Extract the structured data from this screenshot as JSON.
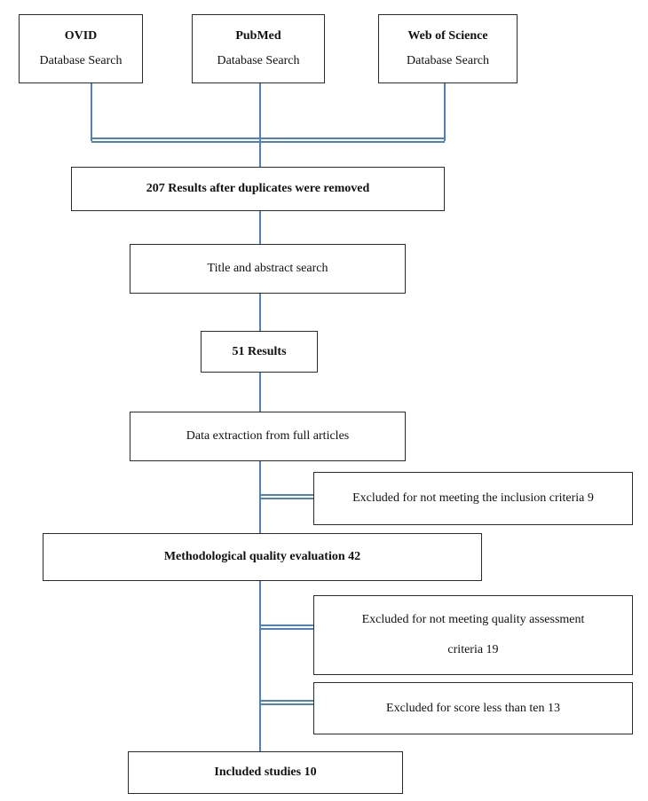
{
  "databases": [
    {
      "name": "OVID",
      "subtitle": "Database Search"
    },
    {
      "name": "PubMed",
      "subtitle": "Database Search"
    },
    {
      "name": "Web of Science",
      "subtitle": "Database Search"
    }
  ],
  "steps": {
    "duplicates_removed": "207 Results after duplicates were removed",
    "title_abstract": "Title and abstract search",
    "results_51": "51 Results",
    "data_extraction": "Data extraction from full articles",
    "quality_evaluation": "Methodological quality evaluation 42",
    "included": "Included studies 10"
  },
  "exclusions": {
    "inclusion_criteria": "Excluded for not meeting the inclusion criteria 9",
    "quality_line1": "Excluded for not meeting quality assessment",
    "quality_line2": "criteria 19",
    "score": "Excluded for score less than ten 13"
  },
  "colors": {
    "connector": "#4f81bd",
    "border": "#2b2b2b"
  }
}
